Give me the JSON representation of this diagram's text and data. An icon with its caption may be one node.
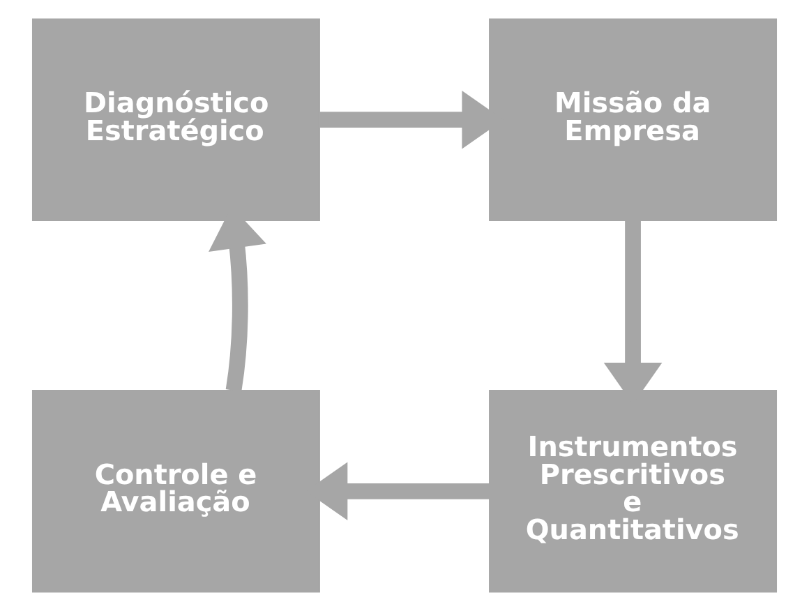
{
  "diagram": {
    "nodes": [
      {
        "text": [
          "Diagnóstico Estratégico"
        ]
      },
      {
        "text": [
          "Missão da Empresa"
        ]
      },
      {
        "text": [
          "Instrumentos Prescritivos e Quantitativos"
        ]
      },
      {
        "text": [
          "Controle e Avaliação"
        ]
      }
    ],
    "edges": [
      {
        "from": 0,
        "to": 1,
        "arrow": "to"
      },
      {
        "from": 1,
        "to": 2,
        "arrow": "to"
      },
      {
        "from": 2,
        "to": 3,
        "arrow": "to"
      },
      {
        "from": 3,
        "to": 0,
        "arrow": "to"
      }
    ]
  }
}
